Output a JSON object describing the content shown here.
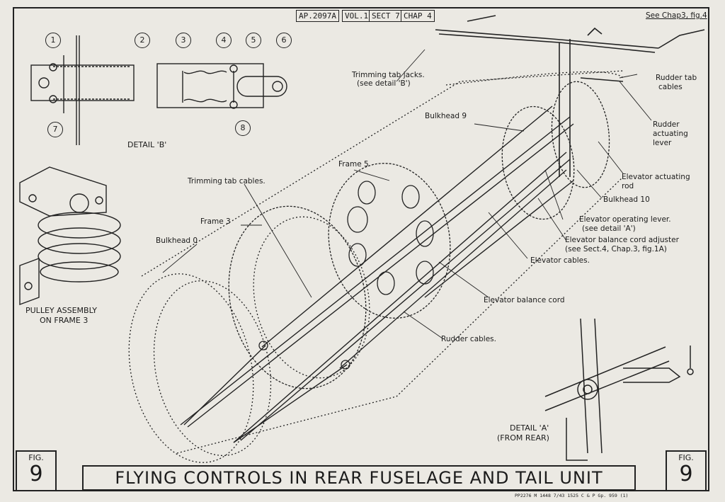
{
  "colors": {
    "paper": "#ebe9e3",
    "ink": "#1b1b1b"
  },
  "header": {
    "refs": [
      "AP.2097A",
      "VOL.1",
      "SECT 7",
      "CHAP 4"
    ],
    "see_ref": "See Chap3, fig.4"
  },
  "detail_b": {
    "numbers": [
      "1",
      "2",
      "3",
      "4",
      "5",
      "6",
      "7",
      "8"
    ],
    "caption": "DETAIL 'B'"
  },
  "pulley": {
    "caption_line1": "PULLEY ASSEMBLY",
    "caption_line2": "ON FRAME 3"
  },
  "labels": {
    "trim_jacks_1": "Trimming tab jacks.",
    "trim_jacks_2": "(see detail 'B')",
    "rudder_tab_1": "Rudder tab",
    "rudder_tab_2": "cables",
    "rudder_lever_1": "Rudder",
    "rudder_lever_2": "actuating",
    "rudder_lever_3": "lever",
    "bulkhead9": "Bulkhead 9",
    "elev_rod_1": "Elevator actuating",
    "elev_rod_2": "rod",
    "bulkhead10": "Bulkhead 10",
    "frame5": "Frame 5",
    "trim_cables": "Trimming tab cables.",
    "frame3": "Frame 3",
    "bulkhead0": "Bulkhead 0",
    "elev_op_1": "Elevator operating lever.",
    "elev_op_2": "(see detail 'A')",
    "elev_bal_adj_1": "Elevator balance cord adjuster",
    "elev_bal_adj_2": "(see Sect.4, Chap.3, fig.1A)",
    "elev_cables": "Elevator cables.",
    "elev_bal_cord": "Elevator balance cord",
    "rudder_cables": "Rudder cables."
  },
  "detail_a": {
    "caption_line1": "DETAIL 'A'",
    "caption_line2": "(FROM REAR)"
  },
  "figure": {
    "fig_label": "FIG.",
    "fig_number": "9",
    "title": "FLYING CONTROLS IN REAR FUSELAGE AND TAIL UNIT"
  },
  "footer": {
    "print_code": "PP2276 M   1448 7/43 1525  C & P  Gp. 959 (1)"
  }
}
